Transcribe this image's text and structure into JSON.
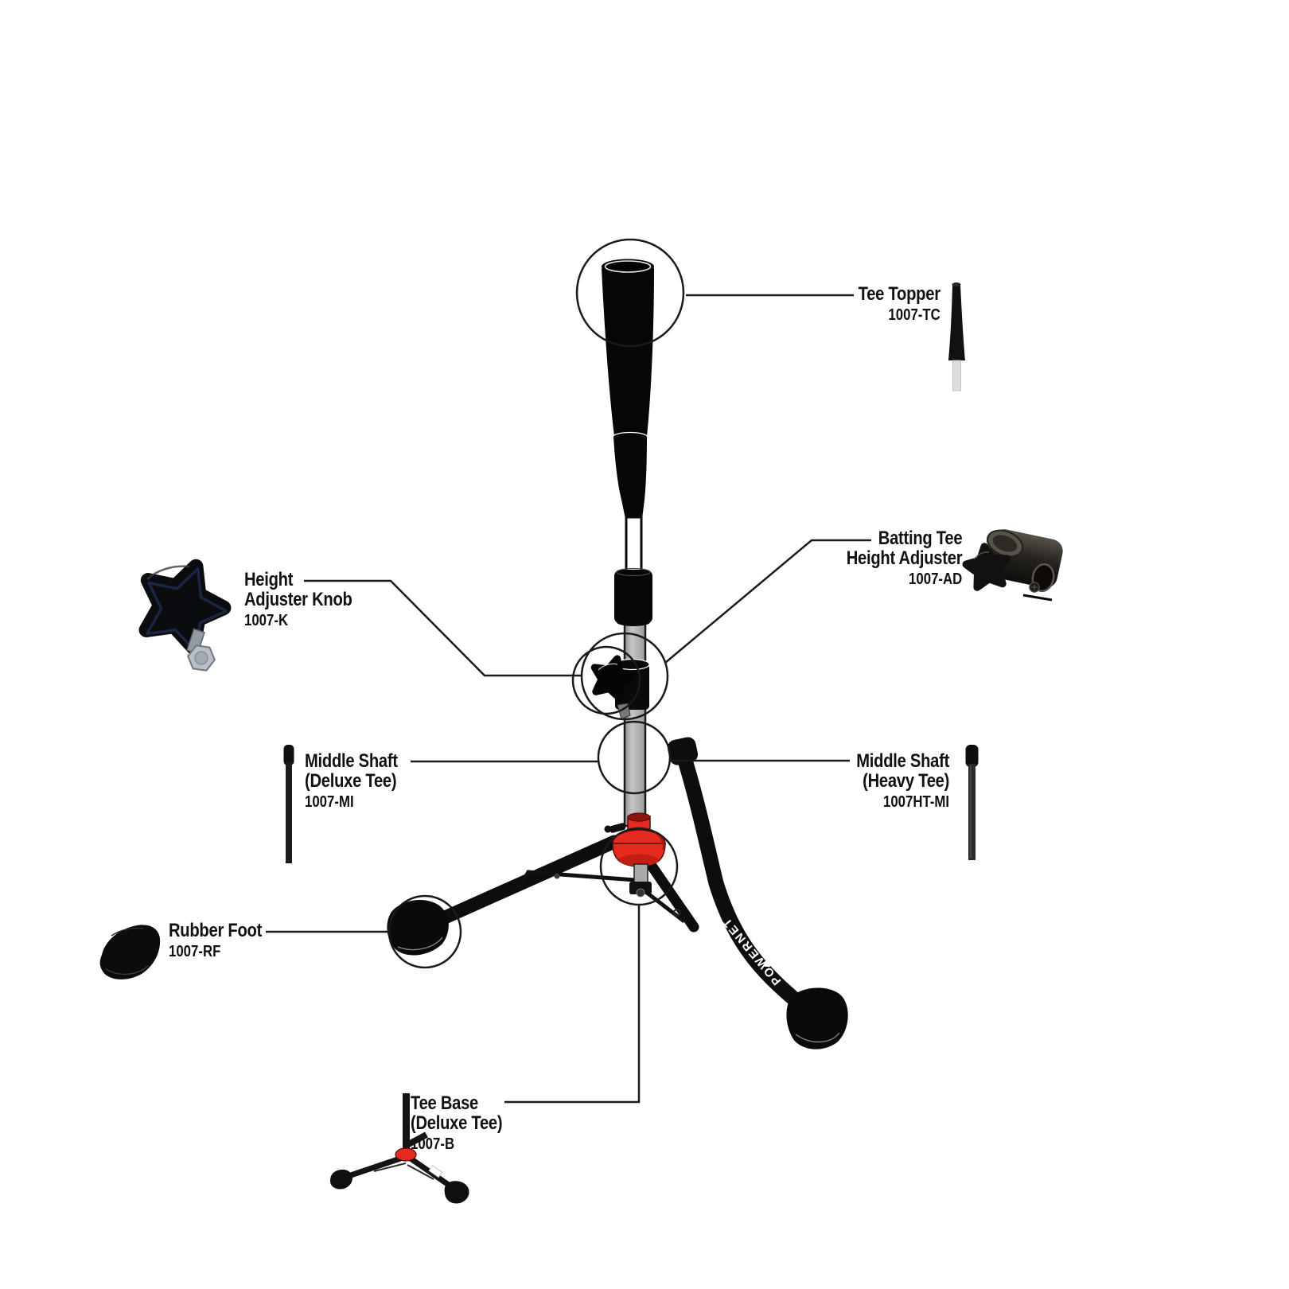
{
  "labels": {
    "tee_topper": {
      "line1": "Tee Topper",
      "part": "1007-TC"
    },
    "batting_adjuster": {
      "line1": "Batting Tee",
      "line2": "Height Adjuster",
      "part": "1007-AD"
    },
    "adjuster_knob": {
      "line1": "Height",
      "line2": "Adjuster Knob",
      "part": "1007-K"
    },
    "mid_shaft_deluxe": {
      "line1": "Middle Shaft",
      "line2": "(Deluxe Tee)",
      "part": "1007-MI"
    },
    "mid_shaft_heavy": {
      "line1": "Middle Shaft",
      "line2": "(Heavy Tee)",
      "part": "1007HT-MI"
    },
    "rubber_foot": {
      "line1": "Rubber Foot",
      "part": "1007-RF"
    },
    "tee_base": {
      "line1": "Tee Base",
      "line2": "(Deluxe Tee)",
      "part": "1007-B"
    }
  },
  "branding": {
    "leg_text": "POWERNET"
  },
  "colors": {
    "hub_red": "#e62a1f",
    "label_text": "#111111",
    "line_black": "#1a1a1a",
    "shaft_gray": "#a9a9a9"
  }
}
